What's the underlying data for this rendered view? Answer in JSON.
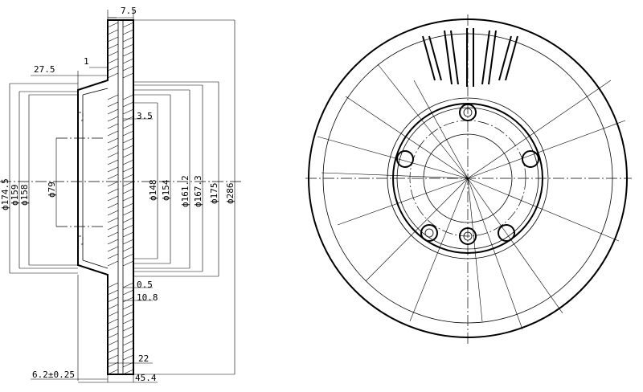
{
  "dimensions": {
    "top_width": "7.5",
    "hat_step": "1",
    "hat_offset": "27.5",
    "flange_thk": "3.5",
    "hat_radius": "0.5",
    "hat_height": "10.8",
    "vent_gap": "22",
    "bottom_tolerance": "6.2±0.25",
    "overall_width": "45.4",
    "d1": "ϕ174.5",
    "d2": "ϕ159",
    "d3": "ϕ158",
    "d4": "ϕ79",
    "d5": "ϕ148",
    "d6": "ϕ154",
    "d7": "ϕ161.2",
    "d8": "ϕ167.3",
    "d9": "ϕ175",
    "d10": "ϕ286"
  }
}
